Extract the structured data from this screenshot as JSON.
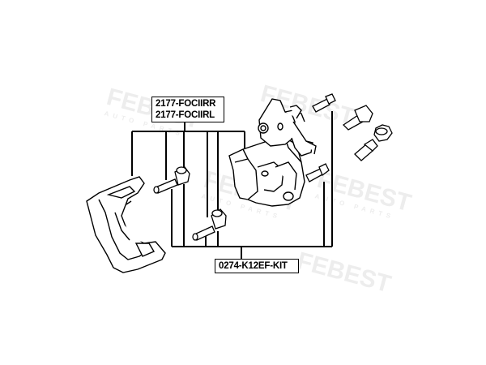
{
  "labels": {
    "part_top_1": "2177-FOCIIRR",
    "part_top_2": "2177-FOCIIRL",
    "part_bottom": "0274-K12EF-KIT"
  },
  "watermark": {
    "brand": "FEBEST",
    "tagline": "AUTO PARTS"
  },
  "colors": {
    "line": "#000000",
    "watermark": "#e3e3e3",
    "background": "#ffffff"
  }
}
